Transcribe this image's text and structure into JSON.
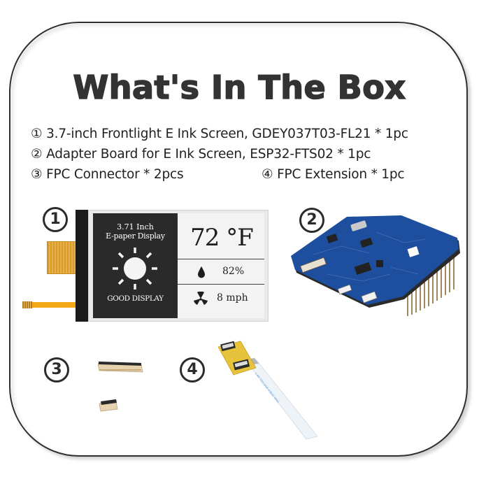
{
  "title": "What's In The Box",
  "items": [
    {
      "num": "①",
      "text": "3.7-inch Frontlight E Ink Screen, GDEY037T03-FL21 * 1pc"
    },
    {
      "num": "②",
      "text": "Adapter Board for E Ink Screen, ESP32-FTS02 * 1pc"
    },
    {
      "num": "③",
      "text": "FPC Connector * 2pcs"
    },
    {
      "num": "④",
      "text": "FPC Extension * 1pc"
    }
  ],
  "badges": [
    "1",
    "2",
    "3",
    "4"
  ],
  "screen_display": {
    "size_label": "3.71 Inch",
    "type_label": "E-paper Display",
    "brand": "GOOD DISPLAY",
    "temperature": "72 °F",
    "humidity": "82%",
    "wind": "8 mph",
    "icons": [
      "sun-icon",
      "water-drop-icon",
      "fan-icon"
    ]
  },
  "colors": {
    "frame": "#2f2f2f",
    "title": "#333333",
    "text": "#1f1f1f",
    "fpc": "#f2a814",
    "board": "#1c4f9c",
    "extension_board": "#e8c93a"
  }
}
